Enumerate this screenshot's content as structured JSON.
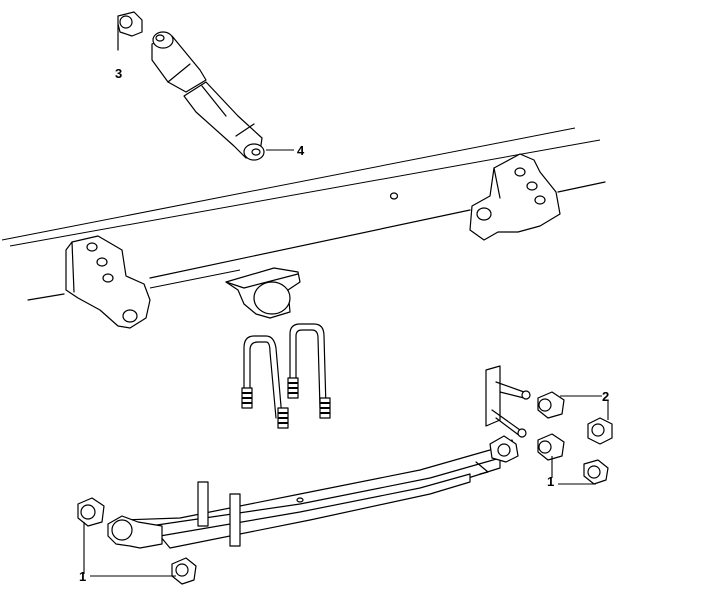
{
  "callouts": {
    "shock_top_bushing": "3",
    "shock_bottom_bushing": "4",
    "shackle_bushing_upper": "2",
    "shackle_bushing_lower": "1",
    "spring_eye_bushing": "1"
  }
}
